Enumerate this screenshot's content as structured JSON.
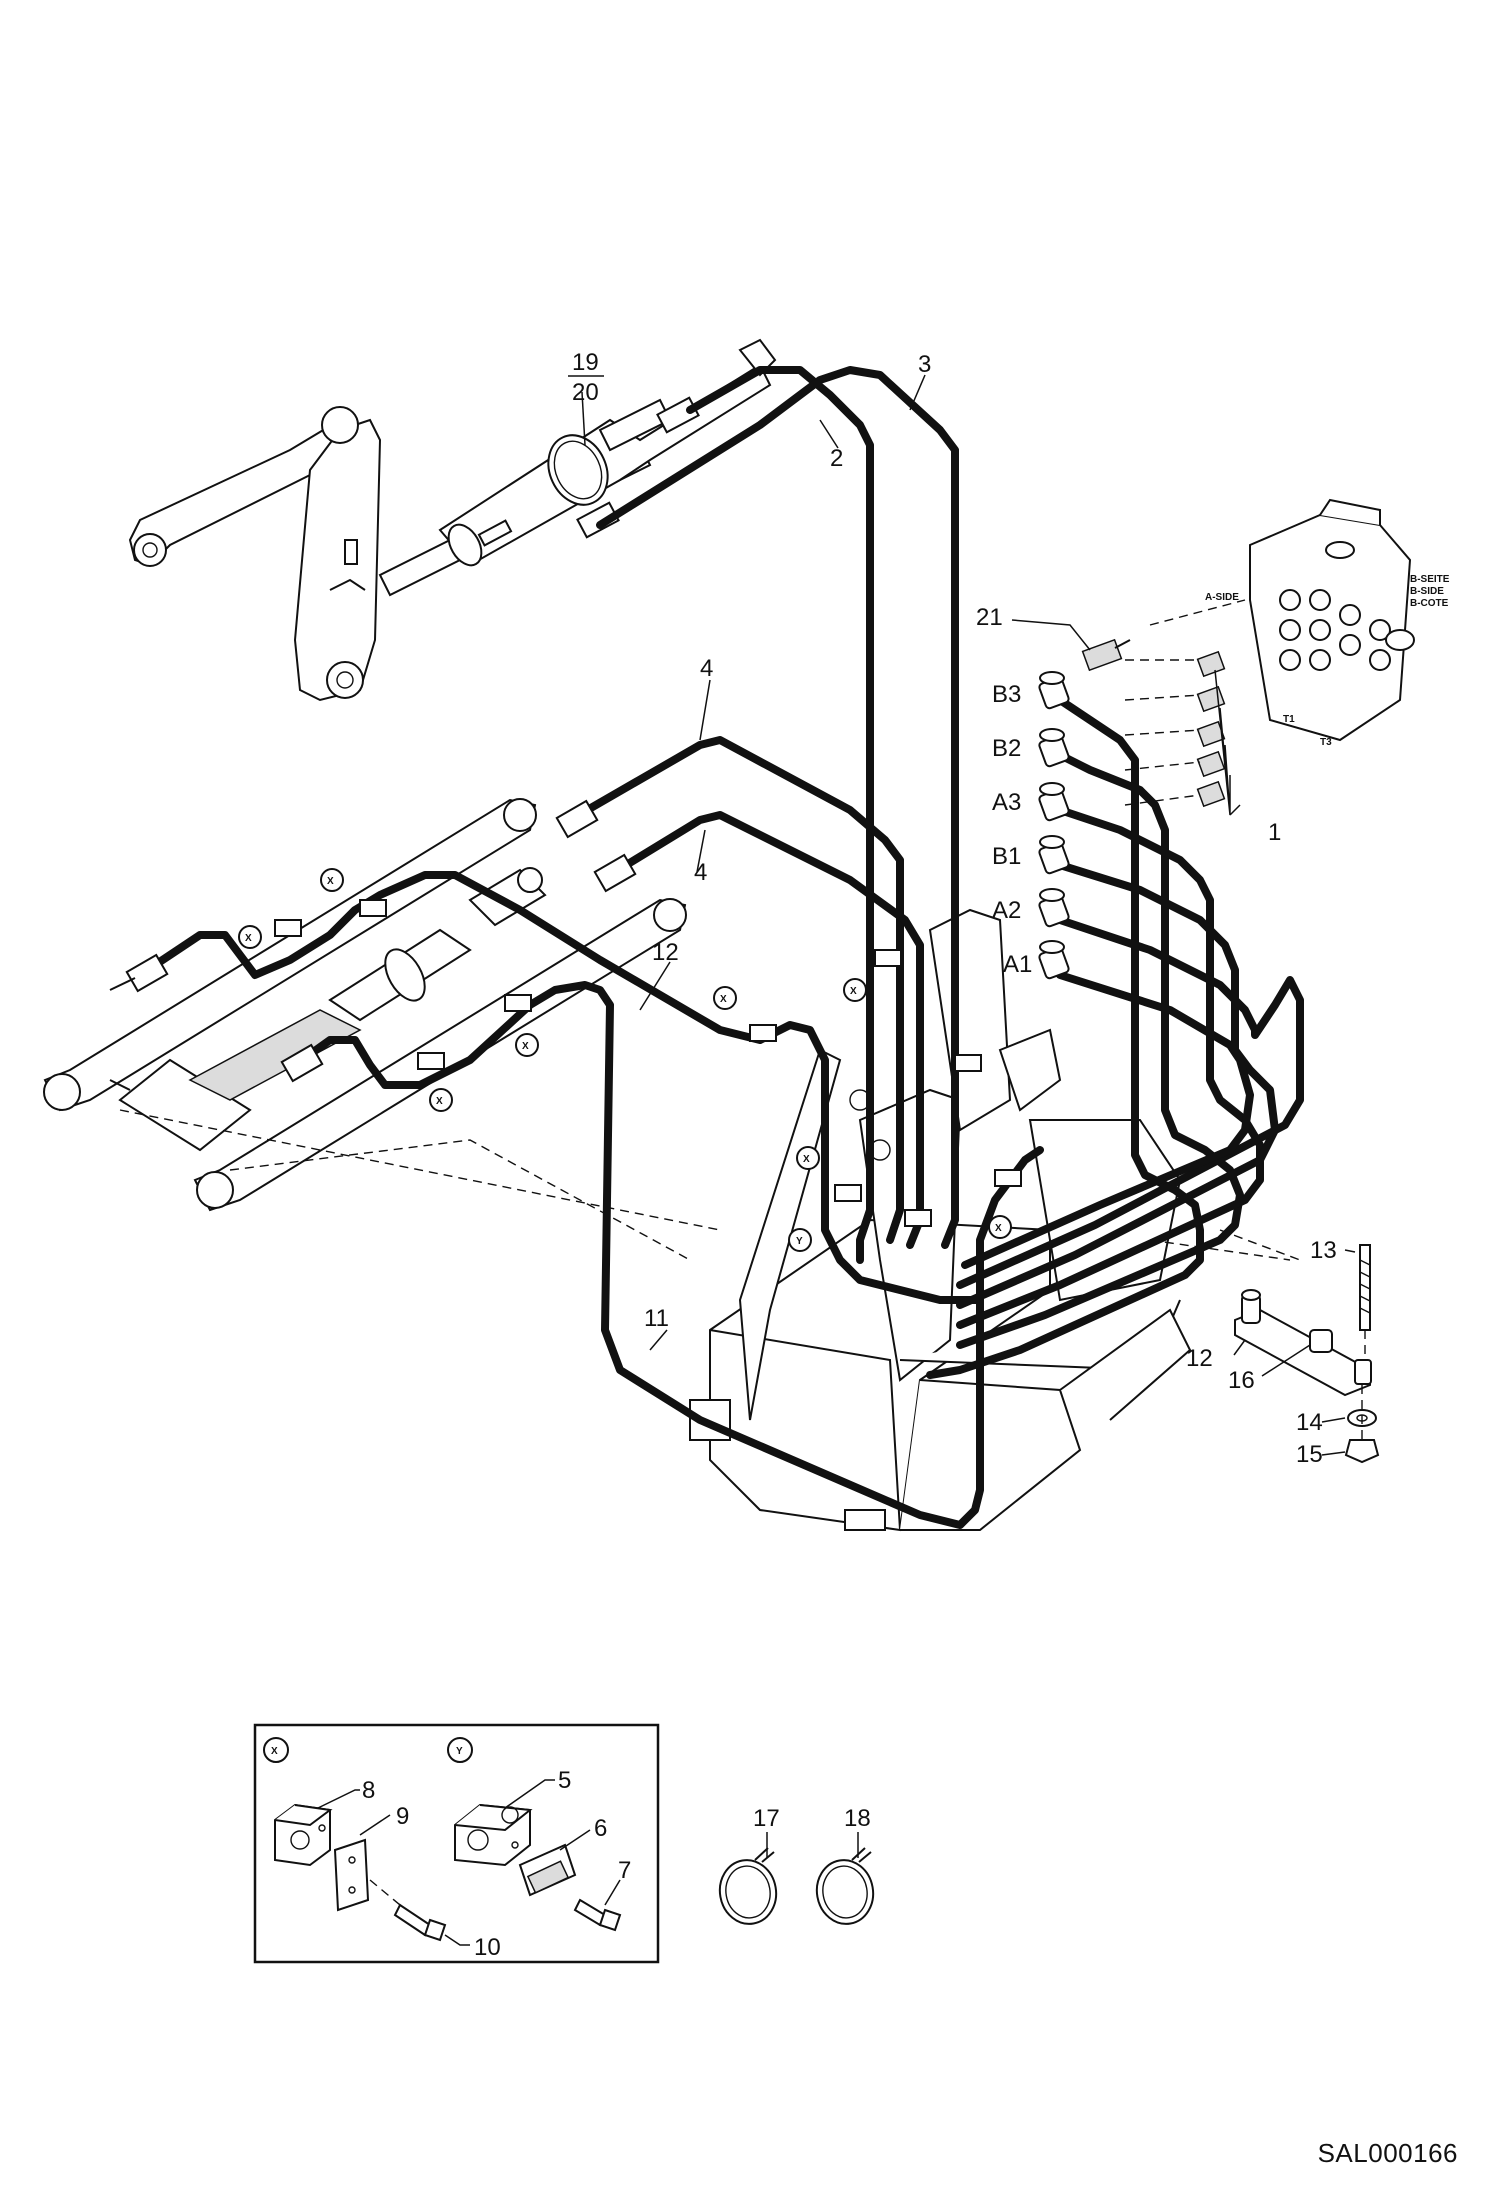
{
  "diagram": {
    "code": "SAL000166",
    "callouts": {
      "n1": "1",
      "n2": "2",
      "n3": "3",
      "n4a": "4",
      "n4b": "4",
      "n5": "5",
      "n6": "6",
      "n7": "7",
      "n8": "8",
      "n9": "9",
      "n10": "10",
      "n11": "11",
      "n12a": "12",
      "n12b": "12",
      "n13": "13",
      "n14": "14",
      "n15": "15",
      "n16": "16",
      "n17": "17",
      "n18": "18",
      "n21": "21",
      "n19": "19",
      "n20": "20"
    },
    "ports": {
      "b3": "B3",
      "b2": "B2",
      "a3": "A3",
      "b1": "B1",
      "a2": "A2",
      "a1": "A1"
    },
    "valve": {
      "a_side": "A-SIDE",
      "b_seite": "B-SEITE",
      "b_side": "B-SIDE",
      "b_cote": "B-COTE",
      "t1": "T1",
      "t3": "T3"
    },
    "clamp_markers": {
      "x": "X",
      "y": "Y"
    }
  }
}
